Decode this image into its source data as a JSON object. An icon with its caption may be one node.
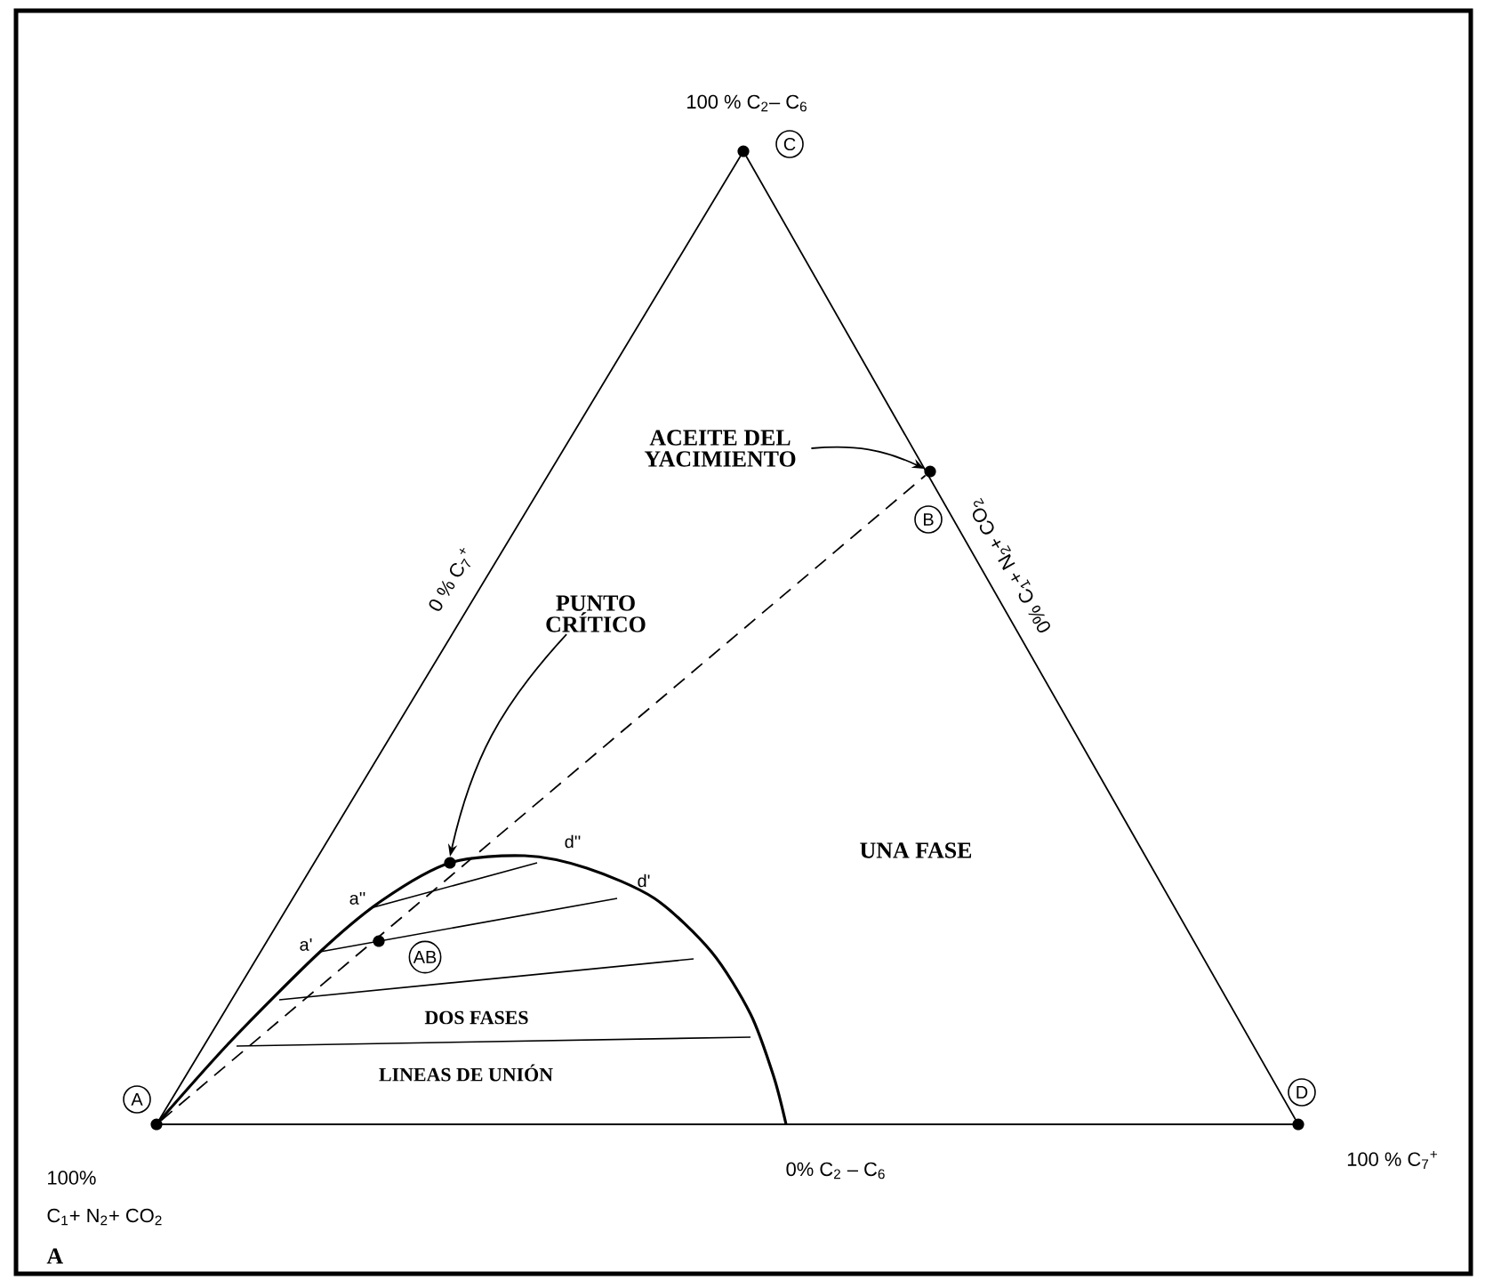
{
  "diagram": {
    "nodes": [
      {
        "text": [
          "C"
        ]
      },
      {
        "text": [
          "ACEITE DEL YACIMIENTO"
        ]
      },
      {
        "text": [],
        "shape": "circle"
      },
      {
        "text": [
          "B"
        ]
      },
      {
        "text": [
          "PUNTO CRÍTICO"
        ]
      },
      {
        "text": [],
        "shape": "circle"
      },
      {
        "text": [
          "AB"
        ]
      },
      {
        "text": [
          "A"
        ]
      },
      {
        "text": [],
        "shape": "circle"
      },
      {
        "text": [
          "D"
        ]
      }
    ],
    "edges": [
      {
        "from": 1,
        "to": 2,
        "arrow": "to"
      },
      {
        "from": 4,
        "to": 5,
        "arrow": "to"
      },
      {
        "from": 8,
        "to": 2,
        "arrow": "none",
        "style": "dashed"
      }
    ],
    "labels": [
      "100 % C$_{2}$– C$_{6}$",
      "0 % C$_{7}$$^{+}$",
      "0% C$_{1}$+ N$_{2}$+ CO$_{2}$",
      "a''",
      "d''",
      "d'",
      "UNA FASE",
      "a'",
      "DOS FASES",
      "LINEAS DE UNIÓN",
      "100%",
      "C$_{1}$+ N$_{2}$+ CO$_{2}$",
      "0% C$_{2}$ – C$_{6}$",
      "100 % C$_{7}$$^{+}$",
      "A"
    ]
  }
}
